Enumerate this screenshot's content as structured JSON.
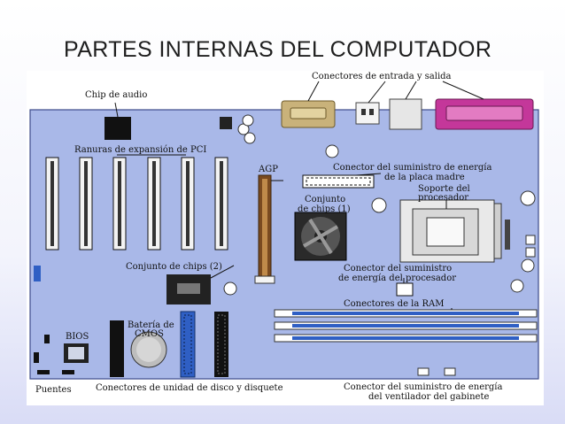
{
  "title": "PARTES INTERNAS DEL COMPUTADOR",
  "labels": {
    "chip_audio": "Chip de audio",
    "io_connectors": "Conectores de entrada y salida",
    "pci_slots": "Ranuras de expansión de PCI",
    "agp": "AGP",
    "power_main_1": "Conector del suministro de energía",
    "power_main_2": "de la placa madre",
    "cpu_socket_1": "Soporte del",
    "cpu_socket_2": "procesador",
    "chipset1_1": "Conjunto",
    "chipset1_2": "de chips (1)",
    "chipset2": "Conjunto de chips (2)",
    "cpu_power_1": "Conector del suministro",
    "cpu_power_2": "de energía del procesador",
    "ram": "Conectores de la RAM",
    "battery_1": "Batería de",
    "battery_2": "CMOS",
    "bios": "BIOS",
    "jumpers": "Puentes",
    "drive_connectors": "Conectores de unidad de disco y disquete",
    "fan_power_1": "Conector del suministro de energía",
    "fan_power_2": "del ventilador del gabinete"
  },
  "colors": {
    "board": "#a9b8e8",
    "slot_blue": "#2f5fc4",
    "io_tan": "#c9b27a",
    "io_magenta": "#c4379a"
  }
}
